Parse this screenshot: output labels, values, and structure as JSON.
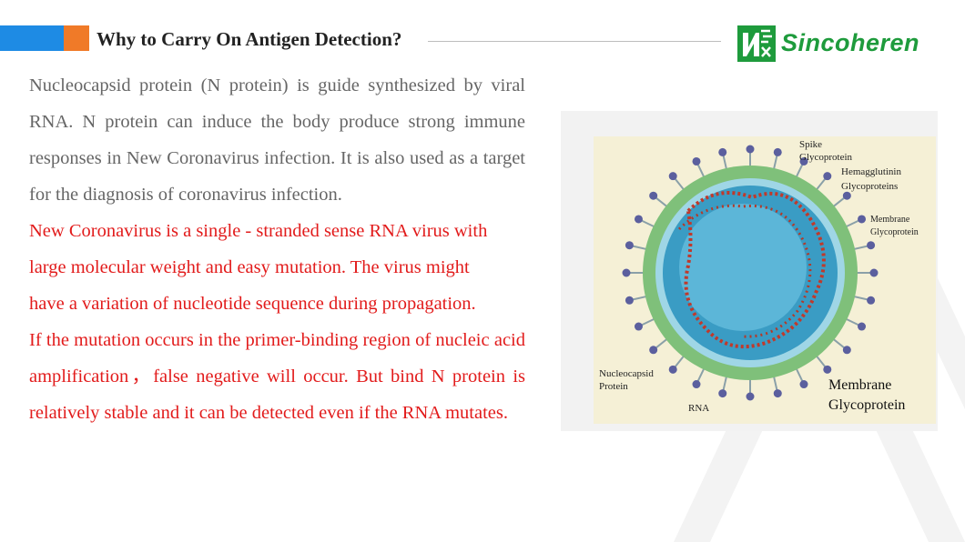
{
  "header": {
    "title": "Why to Carry On Antigen Detection?",
    "accent_colors": [
      "#1e8be4",
      "#f07a28"
    ]
  },
  "logo": {
    "text": "Sincoheren",
    "color": "#1e9b3c"
  },
  "body_text": {
    "gray_paragraph": "Nucleocapsid protein (N protein) is guide synthesized by viral RNA. N protein can induce the body produce strong immune responses in New Coronavirus infection. It is also used as a target for the diagnosis of coronavirus infection.",
    "red_line_1": "New Coronavirus is a single - stranded sense RNA virus with",
    "red_line_2": "large molecular weight and easy mutation. The virus might",
    "red_line_3": "have a variation of nucleotide sequence during propagation.",
    "red_paragraph_2": "If the mutation occurs in the primer-binding region of nucleic acid amplification，false negative will occur. But bind N protein  is relatively stable and it can be detected even if the RNA mutates."
  },
  "diagram": {
    "labels": {
      "spike_1": "Spike",
      "spike_2": "Glycoprotein",
      "hem_1": "Hemagglutinin",
      "hem_2": "Glycoproteins",
      "mem_1": "Membrane",
      "mem_2": "Glycoprotein",
      "nuc_1": "Nucleocapsid",
      "nuc_2": "Protein",
      "rna": "RNA",
      "mem_big_1": "Membrane",
      "mem_big_2": "Glycoprotein"
    }
  }
}
